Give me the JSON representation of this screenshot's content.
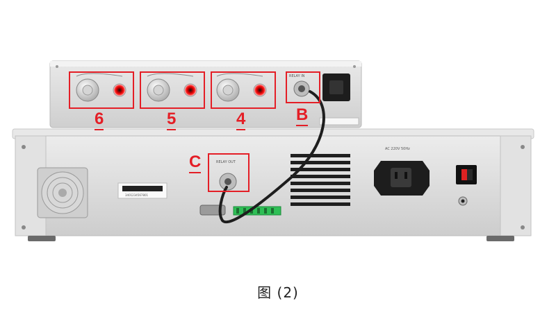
{
  "figure": {
    "caption": "图 (2)",
    "callouts": [
      {
        "id": "6",
        "text": "6"
      },
      {
        "id": "5",
        "text": "5"
      },
      {
        "id": "4",
        "text": "4"
      },
      {
        "id": "B",
        "text": "B"
      },
      {
        "id": "C",
        "text": "C"
      }
    ],
    "device_labels": {
      "relay_out": "RELAY OUT",
      "relay_in": "RELAY IN",
      "ac_input": "AC 220V 50Hz",
      "serial": "3401234567801"
    }
  },
  "colors": {
    "callout": "#e41e26",
    "chassis": "#d9d9d9",
    "cable": "#1e1e1e"
  }
}
